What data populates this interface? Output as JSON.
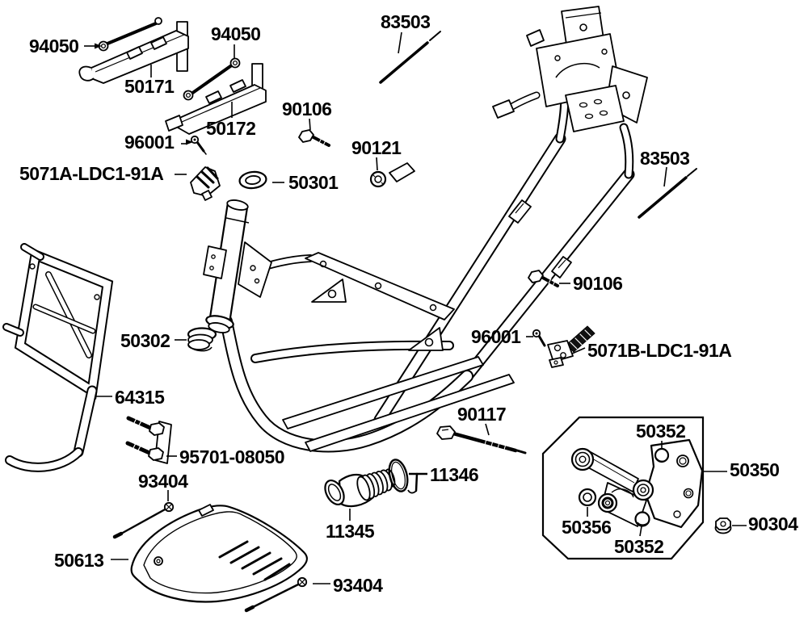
{
  "diagram": {
    "type": "exploded-parts-diagram",
    "subject": "scooter frame body assembly",
    "background_color": "#ffffff",
    "line_color": "#000000",
    "parts": {
      "94050": "94050",
      "50171": "50171",
      "50172": "50172",
      "96001": "96001",
      "83503": "83503",
      "90106": "90106",
      "90121": "90121",
      "5071A": "5071A-LDC1-91A",
      "50301": "50301",
      "50302": "50302",
      "64315": "64315",
      "95701": "95701-08050",
      "93404": "93404",
      "50613": "50613",
      "11345": "11345",
      "11346": "11346",
      "90117": "90117",
      "5071B": "5071B-LDC1-91A",
      "50350": "50350",
      "50352": "50352",
      "50356": "50356",
      "90304": "90304"
    }
  }
}
